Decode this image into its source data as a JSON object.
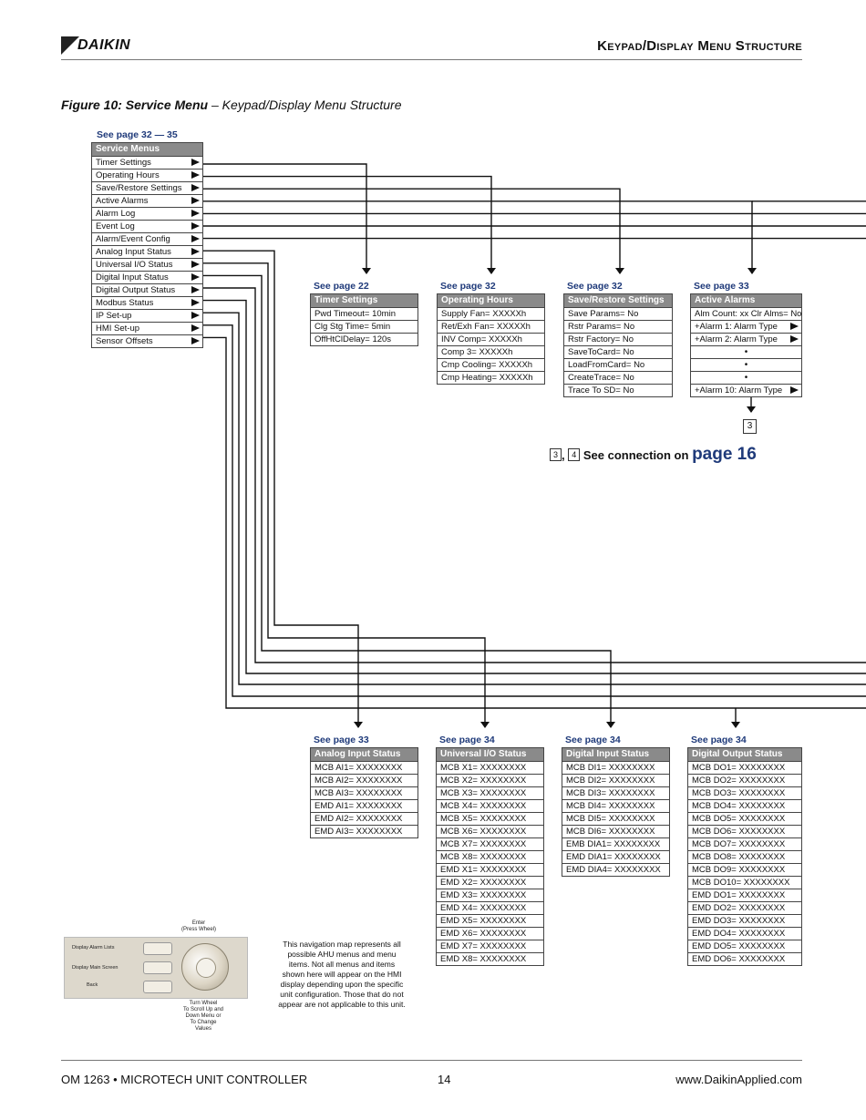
{
  "header": {
    "brand": "DAIKIN",
    "title": "Keypad/Display Menu Structure"
  },
  "figure": {
    "label": "Figure 10: Service Menu",
    "subtitle": "– Keypad/Display Menu Structure"
  },
  "service_menu": {
    "see_page": "See page 32 — 35",
    "title": "Service Menus",
    "items": [
      "Timer Settings",
      "Operating Hours",
      "Save/Restore Settings",
      "Active Alarms",
      "Alarm Log",
      "Event Log",
      "Alarm/Event Config",
      "Analog Input Status",
      "Universal I/O Status",
      "Digital Input Status",
      "Digital Output Status",
      "Modbus Status",
      "IP Set-up",
      "HMI Set-up",
      "Sensor Offsets"
    ]
  },
  "submenus": {
    "timer": {
      "see_page": "See page 22",
      "title": "Timer Settings",
      "rows": [
        "Pwd Timeout= 10min",
        "Clg Stg Time= 5min",
        "OffHtClDelay= 120s"
      ]
    },
    "operating_hours": {
      "see_page": "See page 32",
      "title": "Operating Hours",
      "rows": [
        "Supply Fan= XXXXXh",
        "Ret/Exh Fan= XXXXXh",
        "INV Comp= XXXXXh",
        "Comp 3= XXXXXh",
        "Cmp Cooling= XXXXXh",
        "Cmp Heating= XXXXXh"
      ]
    },
    "save_restore": {
      "see_page": "See page 32",
      "title": "Save/Restore Settings",
      "rows": [
        "Save Params= No",
        "Rstr Params= No",
        "Rstr Factory= No",
        "SaveToCard= No",
        "LoadFromCard= No",
        "CreateTrace= No",
        "Trace To SD= No"
      ]
    },
    "active_alarms": {
      "see_page": "See page 33",
      "title": "Active Alarms",
      "rows": [
        "Alm Count: xx Clr Alms= No",
        "+Alarm 1: Alarm Type",
        "+Alarm 2: Alarm Type",
        "•",
        "•",
        "•",
        "+Alarm 10: Alarm Type"
      ]
    },
    "analog_input": {
      "see_page": "See page 33",
      "title": "Analog Input Status",
      "rows": [
        "MCB AI1= XXXXXXXX",
        "MCB AI2= XXXXXXXX",
        "MCB AI3= XXXXXXXX",
        "EMD AI1= XXXXXXXX",
        "EMD AI2= XXXXXXXX",
        "EMD AI3= XXXXXXXX"
      ]
    },
    "universal_io": {
      "see_page": "See page 34",
      "title": "Universal I/O Status",
      "rows": [
        "MCB X1= XXXXXXXX",
        "MCB X2= XXXXXXXX",
        "MCB X3= XXXXXXXX",
        "MCB X4= XXXXXXXX",
        "MCB X5= XXXXXXXX",
        "MCB X6= XXXXXXXX",
        "MCB X7= XXXXXXXX",
        "MCB X8= XXXXXXXX",
        "EMD X1= XXXXXXXX",
        "EMD X2= XXXXXXXX",
        "EMD X3= XXXXXXXX",
        "EMD X4= XXXXXXXX",
        "EMD X5= XXXXXXXX",
        "EMD X6= XXXXXXXX",
        "EMD X7= XXXXXXXX",
        "EMD X8= XXXXXXXX"
      ]
    },
    "digital_input": {
      "see_page": "See page 34",
      "title": "Digital Input Status",
      "rows": [
        "MCB DI1= XXXXXXXX",
        "MCB DI2= XXXXXXXX",
        "MCB DI3= XXXXXXXX",
        "MCB DI4= XXXXXXXX",
        "MCB DI5= XXXXXXXX",
        "MCB DI6= XXXXXXXX",
        "EMB DIA1= XXXXXXXX",
        "EMD DIA1= XXXXXXXX",
        "EMD DIA4= XXXXXXXX"
      ]
    },
    "digital_output": {
      "see_page": "See page 34",
      "title": "Digital Output Status",
      "rows": [
        "MCB DO1= XXXXXXXX",
        "MCB DO2= XXXXXXXX",
        "MCB DO3= XXXXXXXX",
        "MCB DO4= XXXXXXXX",
        "MCB DO5= XXXXXXXX",
        "MCB DO6= XXXXXXXX",
        "MCB DO7= XXXXXXXX",
        "MCB DO8= XXXXXXXX",
        "MCB DO9= XXXXXXXX",
        "MCB DO10= XXXXXXXX",
        "EMD DO1= XXXXXXXX",
        "EMD DO2= XXXXXXXX",
        "EMD DO3= XXXXXXXX",
        "EMD DO4= XXXXXXXX",
        "EMD DO5= XXXXXXXX",
        "EMD DO6= XXXXXXXX"
      ]
    }
  },
  "connector_badge": "3",
  "connection_note": {
    "badge_a": "3",
    "badge_b": "4",
    "text": "See connection on",
    "page": "page 16"
  },
  "keypad": {
    "enter_label": "Enter\n(Press Wheel)",
    "display_alarm_lists": "Display Alarm Lists",
    "display_main_screen": "Display Main Screen",
    "back": "Back",
    "turn_wheel": "Turn Wheel\nTo Scroll Up and\nDown Menu or\nTo Change\nValues"
  },
  "nav_note": "This navigation map represents all possible AHU menus and menu items.  Not all menus and items shown here will appear on the HMI display depending upon the specific unit configuration.  Those that do not appear are not applicable to this unit.",
  "footer": {
    "left": "OM 1263 • MICROTECH UNIT CONTROLLER",
    "page": "14",
    "right": "www.DaikinApplied.com"
  }
}
